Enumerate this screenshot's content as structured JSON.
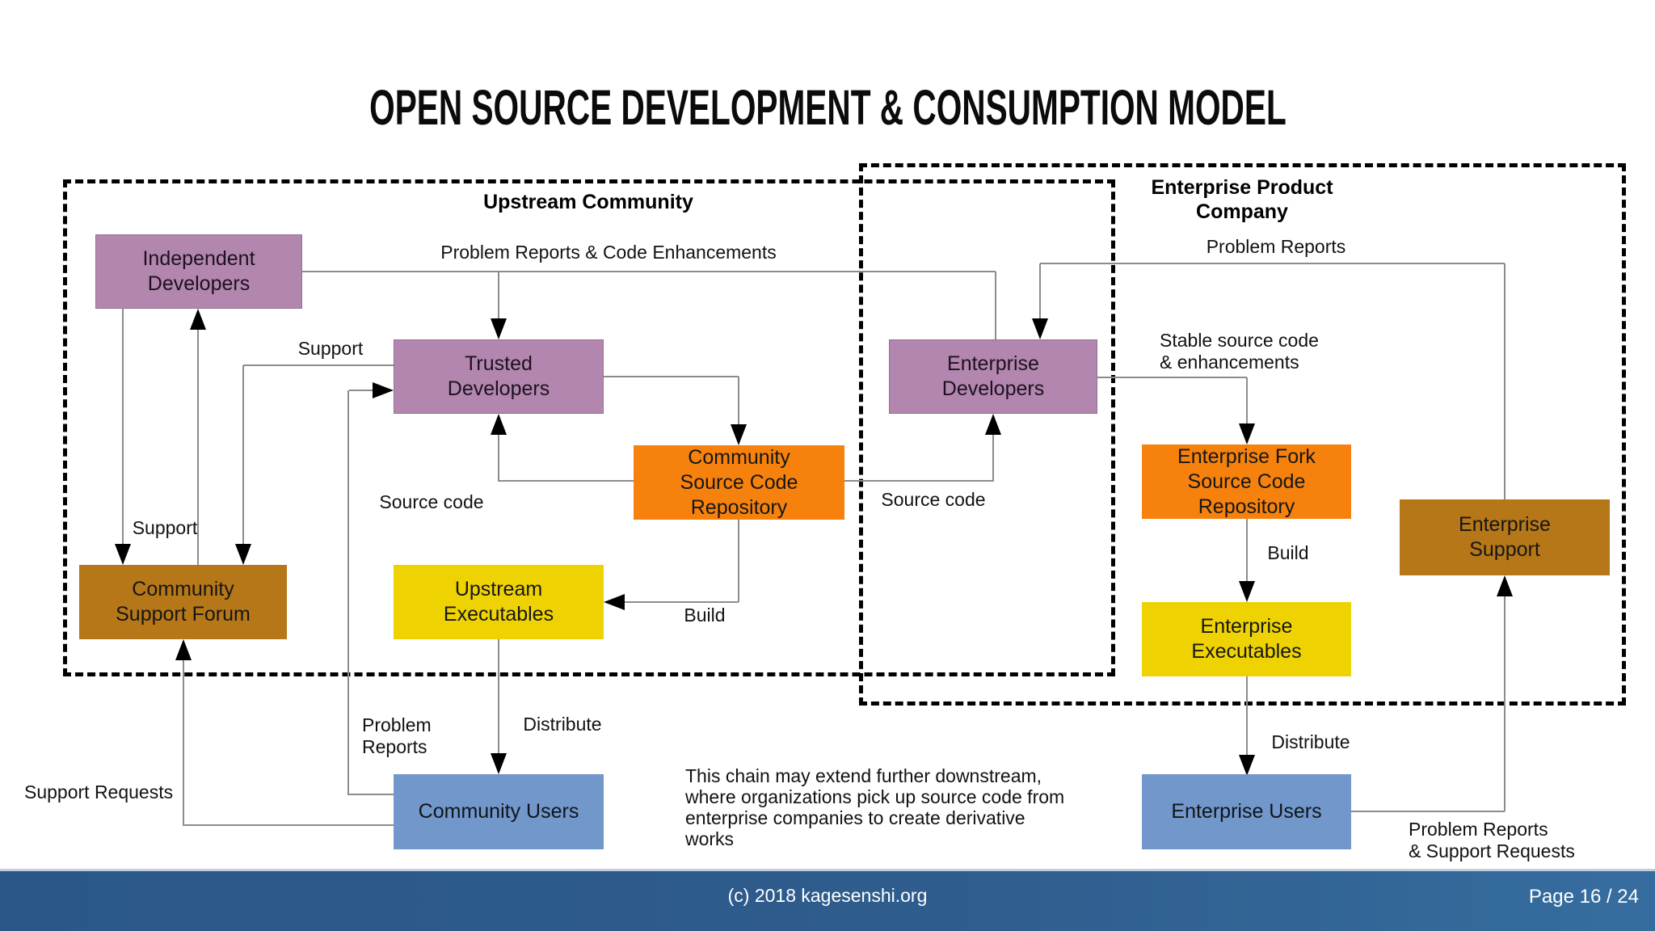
{
  "title": "OPEN SOURCE DEVELOPMENT & CONSUMPTION MODEL",
  "groups": {
    "upstream": {
      "label": "Upstream Community"
    },
    "enterprise": {
      "label_lines": [
        "Enterprise Product",
        "Company"
      ]
    }
  },
  "nodes": {
    "independent_developers": {
      "lines": [
        "Independent",
        "Developers"
      ]
    },
    "trusted_developers": {
      "lines": [
        "Trusted",
        "Developers"
      ]
    },
    "community_source_code_repository": {
      "lines": [
        "Community",
        "Source Code",
        "Repository"
      ]
    },
    "community_support_forum": {
      "lines": [
        "Community",
        "Support Forum"
      ]
    },
    "upstream_executables": {
      "lines": [
        "Upstream",
        "Executables"
      ]
    },
    "community_users": {
      "lines": [
        "Community Users"
      ]
    },
    "enterprise_developers": {
      "lines": [
        "Enterprise",
        "Developers"
      ]
    },
    "enterprise_fork_source_code_repository": {
      "lines": [
        "Enterprise Fork",
        "Source Code",
        "Repository"
      ]
    },
    "enterprise_executables": {
      "lines": [
        "Enterprise",
        "Executables"
      ]
    },
    "enterprise_support": {
      "lines": [
        "Enterprise",
        "Support"
      ]
    },
    "enterprise_users": {
      "lines": [
        "Enterprise Users"
      ]
    }
  },
  "edge_labels": {
    "problem_reports_code_enhancements": "Problem Reports & Code Enhancements",
    "problem_reports_right": "Problem Reports",
    "support_trusted": "Support",
    "support_left": "Support",
    "source_code_left": "Source code",
    "source_code_right": "Source code",
    "stable_lines": [
      "Stable source code",
      "& enhancements"
    ],
    "build_left": "Build",
    "build_right": "Build",
    "distribute_left": "Distribute",
    "distribute_right": "Distribute",
    "problem_reports_left_lines": [
      "Problem",
      "Reports"
    ],
    "support_requests": "Support Requests",
    "problem_reports_support_requests_lines": [
      "Problem Reports",
      "& Support Requests"
    ]
  },
  "note_lines": [
    "This chain may extend further downstream,",
    "where organizations pick up source code from",
    "enterprise companies to create derivative",
    "works"
  ],
  "footer": {
    "copyright": "(c) 2018 kagesenshi.org",
    "page": "Page 16 / 24"
  },
  "colors": {
    "developer_purple": "#b286ae",
    "repository_orange": "#f6820d",
    "executables_yellow": "#eed202",
    "support_brown": "#b57717",
    "users_blue": "#7297ca",
    "connector_gray": "#8c8c8c",
    "arrow_black": "#000000",
    "footer_blue_left": "#2a5787",
    "footer_blue_right": "#366d9f",
    "footer_text": "#ffffff"
  }
}
